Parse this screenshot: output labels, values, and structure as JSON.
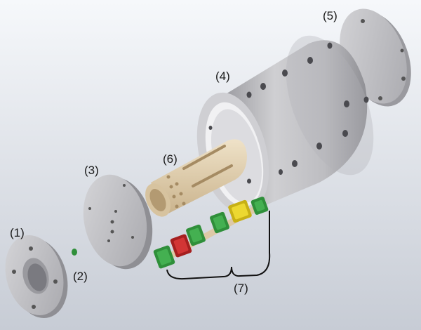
{
  "labels": {
    "part1": "(1)",
    "part2": "(2)",
    "part3": "(3)",
    "part4": "(4)",
    "part5": "(5)",
    "part6": "(6)",
    "part7": "(7)"
  },
  "colors": {
    "background_light": "#f4f6fa",
    "background_dark": "#c9ced7",
    "metal": "#c3c3c6",
    "metal_dark": "#8f8f94",
    "tube": "#ddc9a6",
    "green_part": "#2f8f3a",
    "red_part": "#c42a2a",
    "yellow_part": "#e9d21e"
  }
}
